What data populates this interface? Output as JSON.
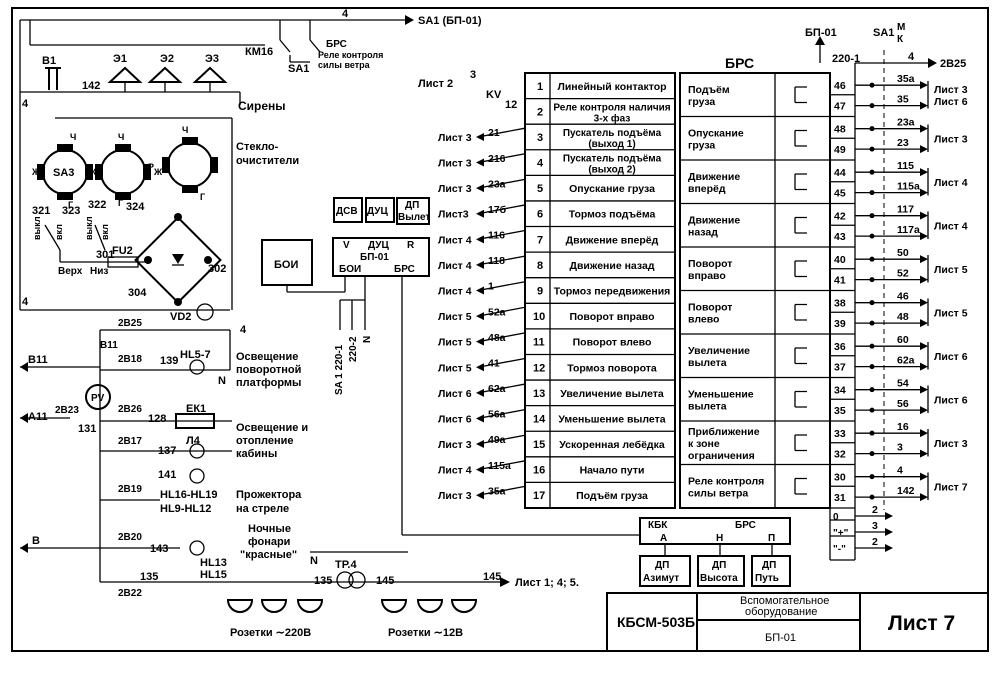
{
  "left": {
    "wire_top": "4",
    "sa1_top": "SA1 (БП-01)",
    "km16": "КМ16",
    "sa1": "SA1",
    "brs": "БРС",
    "brs_desc1": "Реле контроля",
    "brs_desc2": "силы ветра",
    "b1": "В1",
    "w142": "142",
    "e1": "Э1",
    "e2": "Э2",
    "e3": "Э3",
    "sirens": "Сирены",
    "wipers1": "Стекло-",
    "wipers2": "очистители",
    "sa3": "SA3",
    "pin_zh": "Ж",
    "pin_r": "Р",
    "pin_ch": "Ч",
    "pin_g": "Г",
    "w321": "321",
    "w323": "323",
    "w322": "322",
    "w324": "324",
    "off": "выкл",
    "on": "вкл",
    "w301": "301",
    "top": "Верх",
    "bottom": "Низ",
    "fu2": "FU2",
    "w302": "302",
    "w304": "304",
    "vd2": "VD2",
    "wire_left": "4",
    "w2b25": "2В25",
    "b11": "В11",
    "w2b18": "2В18",
    "w139": "139",
    "hl57": "HL5-7",
    "n": "N",
    "plat1": "Освещение",
    "plat2": "поворотной",
    "plat3": "платформы",
    "pv": "PV",
    "a11": "А11",
    "w2b23": "2В23",
    "w131": "131",
    "w2b26": "2В26",
    "w128": "128",
    "ek1": "ЕК1",
    "cab1": "Освещение и",
    "cab2": "отопление",
    "cab3": "кабины",
    "w2b17": "2В17",
    "w137": "137",
    "l4": "Л4",
    "w141": "141",
    "w2b19": "2В19",
    "hl16": "HL16-HL19",
    "hl9": "HL9-HL12",
    "boom1": "Прожектора",
    "boom2": "на стреле",
    "night1": "Ночные",
    "night2": "фонари",
    "night3": "\"красные\"",
    "w2b20": "2В20",
    "b": "В",
    "w143": "143",
    "hl13": "HL13",
    "hl15": "HL15",
    "w135": "135",
    "w2b22": "2В22",
    "w145": "145",
    "sheets_145": "Лист 1; 4; 5.",
    "tr4": "ТР.4",
    "sock220": "Розетки ∼220В",
    "sock12": "Розетки ∼12В"
  },
  "middle": {
    "boi": "БОИ",
    "dsv": "ДСВ",
    "duc": "ДУЦ",
    "dp": "ДП",
    "vylet": "Вылет",
    "v": "V",
    "r": "R",
    "bp01": "БП-01",
    "brs": "БРС",
    "sa1_220": "SA 1 220-1",
    "w220_2": "220-2",
    "n": "N"
  },
  "table": {
    "sheet2": "Лист 2",
    "w3": "3",
    "kv": "KV",
    "w12": "12",
    "rows": [
      {
        "num": "1",
        "name": "Линейный контактор",
        "wire": "",
        "sheet": ""
      },
      {
        "num": "2",
        "name": "Реле контроля наличия 3-х фаз",
        "wire": "",
        "sheet": ""
      },
      {
        "num": "3",
        "name": "Пускатель подъёма (выход 1)",
        "wire": "21",
        "sheet": "Лист 3"
      },
      {
        "num": "4",
        "name": "Пускатель подъёма (выход 2)",
        "wire": "216",
        "sheet": "Лист 3"
      },
      {
        "num": "5",
        "name": "Опускание груза",
        "wire": "23а",
        "sheet": "Лист 3"
      },
      {
        "num": "6",
        "name": "Тормоз подъёма",
        "wire": "17б",
        "sheet": "Лист3"
      },
      {
        "num": "7",
        "name": "Движение вперёд",
        "wire": "116",
        "sheet": "Лист 4"
      },
      {
        "num": "8",
        "name": "Движение назад",
        "wire": "118",
        "sheet": "Лист 4"
      },
      {
        "num": "9",
        "name": "Тормоз передвижения",
        "wire": "1",
        "sheet": "Лист 4"
      },
      {
        "num": "10",
        "name": "Поворот вправо",
        "wire": "52а",
        "sheet": "Лист 5"
      },
      {
        "num": "11",
        "name": "Поворот влево",
        "wire": "48а",
        "sheet": "Лист 5"
      },
      {
        "num": "12",
        "name": "Тормоз поворота",
        "wire": "41",
        "sheet": "Лист 5"
      },
      {
        "num": "13",
        "name": "Увеличение вылета",
        "wire": "62а",
        "sheet": "Лист 6"
      },
      {
        "num": "14",
        "name": "Уменьшение вылета",
        "wire": "56а",
        "sheet": "Лист 6"
      },
      {
        "num": "15",
        "name": "Ускоренная лебёдка",
        "wire": "49а",
        "sheet": "Лист 3"
      },
      {
        "num": "16",
        "name": "Начало пути",
        "wire": "115а",
        "sheet": "Лист 4"
      },
      {
        "num": "17",
        "name": "Подъём груза",
        "wire": "35а",
        "sheet": "Лист 3"
      }
    ]
  },
  "brs": {
    "header": "БРС",
    "bp01": "БП-01",
    "w220_1": "220-1",
    "sa1": "SA1",
    "m": "М",
    "k": "К",
    "w4": "4",
    "w2v25": "2В25",
    "rows": [
      {
        "name": [
          "Подъём",
          "груза"
        ],
        "pins": [
          "46",
          "47"
        ],
        "wires": [
          "35а",
          "35"
        ],
        "sheet": "Лист 3 Лист 6"
      },
      {
        "name": [
          "Опускание",
          "груза"
        ],
        "pins": [
          "48",
          "49"
        ],
        "wires": [
          "23а",
          "23"
        ],
        "sheet": "Лист 3"
      },
      {
        "name": [
          "Движение",
          "вперёд"
        ],
        "pins": [
          "44",
          "45"
        ],
        "wires": [
          "115",
          "115а"
        ],
        "sheet": "Лист 4"
      },
      {
        "name": [
          "Движение",
          "назад"
        ],
        "pins": [
          "42",
          "43"
        ],
        "wires": [
          "117",
          "117а"
        ],
        "sheet": "Лист 4"
      },
      {
        "name": [
          "Поворот",
          "вправо"
        ],
        "pins": [
          "40",
          "41"
        ],
        "wires": [
          "50",
          "52"
        ],
        "sheet": "Лист 5"
      },
      {
        "name": [
          "Поворот",
          "влево"
        ],
        "pins": [
          "38",
          "39"
        ],
        "wires": [
          "46",
          "48"
        ],
        "sheet": "Лист 5"
      },
      {
        "name": [
          "Увеличение",
          "вылета"
        ],
        "pins": [
          "36",
          "37"
        ],
        "wires": [
          "60",
          "62а"
        ],
        "sheet": "Лист 6"
      },
      {
        "name": [
          "Уменьшение",
          "вылета"
        ],
        "pins": [
          "34",
          "35"
        ],
        "wires": [
          "54",
          "56"
        ],
        "sheet": "Лист 6"
      },
      {
        "name": [
          "Приближение",
          "к зоне",
          "ограничения"
        ],
        "pins": [
          "33",
          "32"
        ],
        "wires": [
          "16",
          "3"
        ],
        "sheet": "Лист 3"
      },
      {
        "name": [
          "Реле контроля",
          "силы ветра"
        ],
        "pins": [
          "30",
          "31"
        ],
        "wires": [
          "4",
          "142"
        ],
        "sheet": "Лист 7"
      }
    ],
    "extra_pins": [
      {
        "pin": "0",
        "wire": "2"
      },
      {
        "pin": "\"+\"",
        "wire": "3"
      },
      {
        "pin": "\"-\"",
        "wire": "2"
      }
    ]
  },
  "kbk": {
    "kbk": "КБК",
    "brs": "БРС",
    "a": "А",
    "n": "Н",
    "p": "П",
    "dp": "ДП",
    "azimuth": "Азимут",
    "height": "Высота",
    "path": "Путь"
  },
  "title": {
    "model": "КБСМ-503Б",
    "desc1": "Вспомогательное",
    "desc2": "оборудование",
    "block": "БП-01",
    "sheet": "Лист 7"
  }
}
